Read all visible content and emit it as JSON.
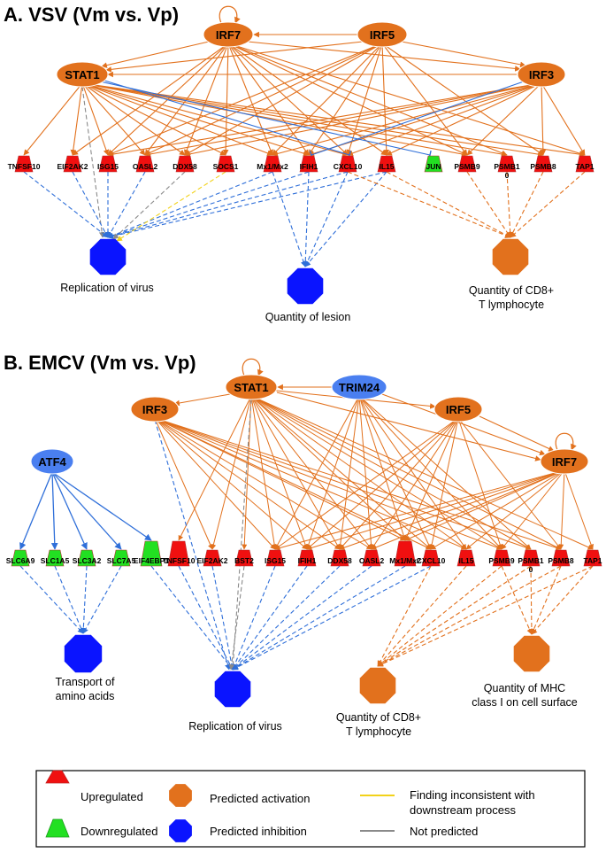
{
  "panelA": {
    "title": "A. VSV (Vm vs. Vp)",
    "regulators": [
      {
        "id": "IRF7",
        "label": "IRF7",
        "state": "activation"
      },
      {
        "id": "IRF5",
        "label": "IRF5",
        "state": "activation"
      },
      {
        "id": "STAT1",
        "label": "STAT1",
        "state": "activation"
      },
      {
        "id": "IRF3",
        "label": "IRF3",
        "state": "activation"
      }
    ],
    "genes": [
      {
        "id": "TNFSF10",
        "label": "TNFSF10",
        "regulation": "up"
      },
      {
        "id": "EIF2AK2",
        "label": "EIF2AK2",
        "regulation": "up"
      },
      {
        "id": "ISG15",
        "label": "ISG15",
        "regulation": "up"
      },
      {
        "id": "OASL2",
        "label": "OASL2",
        "regulation": "up"
      },
      {
        "id": "DDX58",
        "label": "DDX58",
        "regulation": "up"
      },
      {
        "id": "SOCS1",
        "label": "SOCS1",
        "regulation": "up"
      },
      {
        "id": "MX",
        "label": "Mx1/Mx2",
        "regulation": "up"
      },
      {
        "id": "IFIH1",
        "label": "IFIH1",
        "regulation": "up"
      },
      {
        "id": "CXCL10",
        "label": "CXCL10",
        "regulation": "up"
      },
      {
        "id": "IL15",
        "label": "IL15",
        "regulation": "up"
      },
      {
        "id": "JUN",
        "label": "JUN",
        "regulation": "down"
      },
      {
        "id": "PSMB9",
        "label": "PSMB9",
        "regulation": "up"
      },
      {
        "id": "PSMB10",
        "label": "PSMB1\n0",
        "regulation": "up"
      },
      {
        "id": "PSMB8",
        "label": "PSMB8",
        "regulation": "up"
      },
      {
        "id": "TAP1",
        "label": "TAP1",
        "regulation": "up"
      }
    ],
    "outcomes": [
      {
        "id": "REPL",
        "label_lines": [
          "Replication of virus"
        ],
        "state": "inhibition"
      },
      {
        "id": "LESION",
        "label_lines": [
          "Quantity of lesion"
        ],
        "state": "inhibition"
      },
      {
        "id": "CD8",
        "label_lines": [
          "Quantity of CD8+",
          "T lymphocyte"
        ],
        "state": "activation"
      }
    ]
  },
  "panelB": {
    "title": "B. EMCV (Vm vs. Vp)",
    "regulators": [
      {
        "id": "STAT1",
        "label": "STAT1",
        "state": "activation"
      },
      {
        "id": "TRIM24",
        "label": "TRIM24",
        "state": "inhibition"
      },
      {
        "id": "IRF3",
        "label": "IRF3",
        "state": "activation"
      },
      {
        "id": "IRF5",
        "label": "IRF5",
        "state": "activation"
      },
      {
        "id": "IRF7",
        "label": "IRF7",
        "state": "activation"
      },
      {
        "id": "ATF4",
        "label": "ATF4",
        "state": "inhibition"
      }
    ],
    "genes": [
      {
        "id": "SLC6A9",
        "label": "SLC6A9",
        "regulation": "down"
      },
      {
        "id": "SLC1A5",
        "label": "SLC1A5",
        "regulation": "down"
      },
      {
        "id": "SLC3A2",
        "label": "SLC3A2",
        "regulation": "down"
      },
      {
        "id": "SLC7A5",
        "label": "SLC7A5",
        "regulation": "down"
      },
      {
        "id": "EIF4EBP1",
        "label": "EIF4EBP1",
        "regulation": "down"
      },
      {
        "id": "TNFSF10",
        "label": "TNFSF10",
        "regulation": "up"
      },
      {
        "id": "EIF2AK2",
        "label": "EIF2AK2",
        "regulation": "up"
      },
      {
        "id": "BST2",
        "label": "BST2",
        "regulation": "up"
      },
      {
        "id": "ISG15",
        "label": "ISG15",
        "regulation": "up"
      },
      {
        "id": "IFIH1",
        "label": "IFIH1",
        "regulation": "up"
      },
      {
        "id": "DDX58",
        "label": "DDX58",
        "regulation": "up"
      },
      {
        "id": "OASL2",
        "label": "OASL2",
        "regulation": "up"
      },
      {
        "id": "MX",
        "label": "Mx1/Mx2",
        "regulation": "up"
      },
      {
        "id": "CXCL10",
        "label": "CXCL10",
        "regulation": "up"
      },
      {
        "id": "IL15",
        "label": "IL15",
        "regulation": "up"
      },
      {
        "id": "PSMB9",
        "label": "PSMB9",
        "regulation": "up"
      },
      {
        "id": "PSMB10",
        "label": "PSMB1\n0",
        "regulation": "up"
      },
      {
        "id": "PSMB8",
        "label": "PSMB8",
        "regulation": "up"
      },
      {
        "id": "TAP1",
        "label": "TAP1",
        "regulation": "up"
      }
    ],
    "outcomes": [
      {
        "id": "TRANSPORT",
        "label_lines": [
          "Transport of",
          "amino acids"
        ],
        "state": "inhibition"
      },
      {
        "id": "REPL",
        "label_lines": [
          "Replication of virus"
        ],
        "state": "inhibition"
      },
      {
        "id": "CD8",
        "label_lines": [
          "Quantity of CD8+",
          "T lymphocyte"
        ],
        "state": "activation"
      },
      {
        "id": "MHC",
        "label_lines": [
          "Quantity of MHC",
          "class I on cell surface"
        ],
        "state": "activation"
      }
    ]
  },
  "legend": {
    "upregulated": "Upregulated",
    "downregulated": "Downregulated",
    "predicted_activation": "Predicted activation",
    "predicted_inhibition": "Predicted inhibition",
    "inconsistent_lines": [
      "Finding inconsistent with",
      "downstream process"
    ],
    "not_predicted": "Not predicted"
  },
  "colors": {
    "activation": "#e2711d",
    "inhibition": "#0a14ff",
    "regulator_inhibition": "#4a7ff0",
    "upregulated": "#f01010",
    "downregulated": "#22e022",
    "edge_activation": "#e2711d",
    "edge_inhibition": "#2f6fd9",
    "edge_inconsistent": "#f2d21a",
    "edge_not_predicted": "#8a8a8a"
  }
}
